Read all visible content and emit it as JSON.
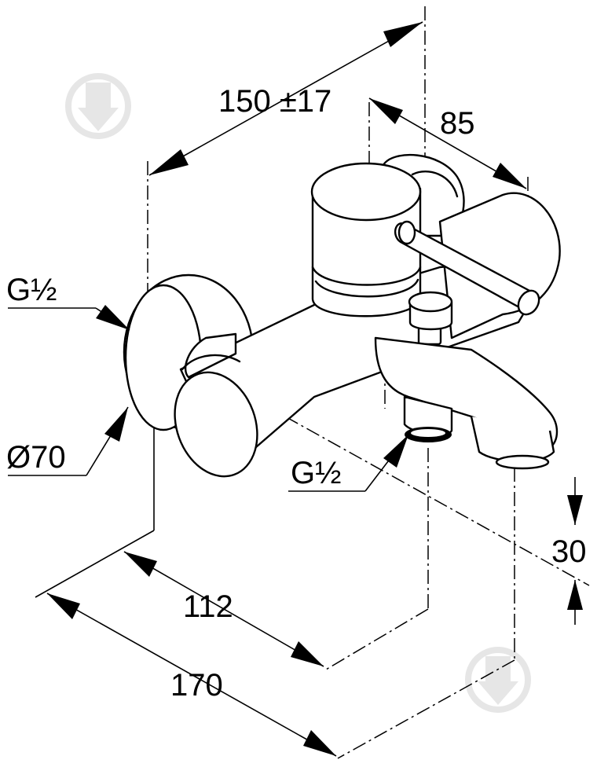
{
  "dimensions": {
    "width_label": "150 ±17",
    "depth_label": "85",
    "inlet_top_label": "G½",
    "rosette_label": "Ø70",
    "outlet_label": "G½",
    "spout_drop_label": "30",
    "spout_reach_label": "112",
    "total_depth_label": "170"
  },
  "colors": {
    "line": "#000000",
    "watermark": "#e6e6e6"
  },
  "icons": [
    "watermark-logo-icon"
  ]
}
